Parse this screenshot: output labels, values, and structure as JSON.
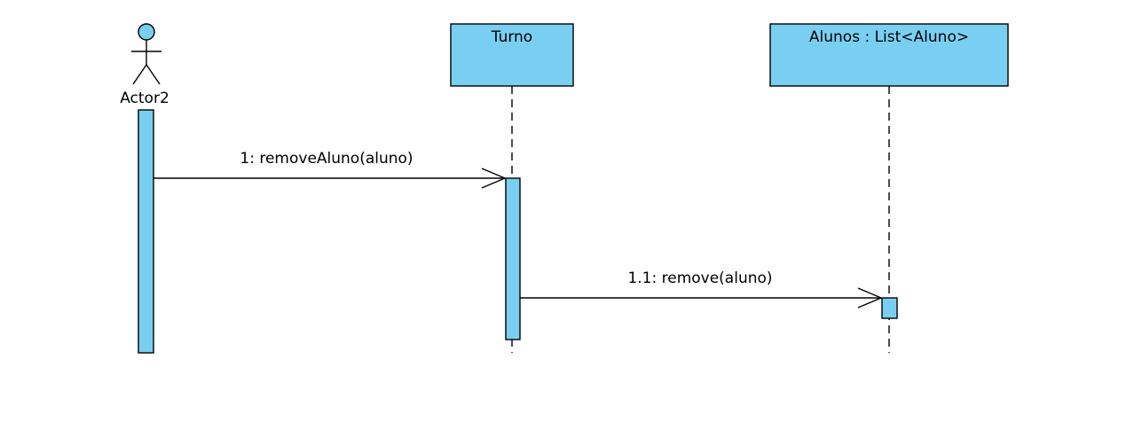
{
  "colors": {
    "fill": "#79cff2",
    "stroke": "#000000",
    "background": "#ffffff"
  },
  "actor": {
    "name": "Actor2"
  },
  "lifelines": [
    {
      "name": "Turno"
    },
    {
      "name": "Alunos : List<Aluno>"
    }
  ],
  "messages": [
    {
      "label": "1: removeAluno(aluno)"
    },
    {
      "label": "1.1: remove(aluno)"
    }
  ]
}
